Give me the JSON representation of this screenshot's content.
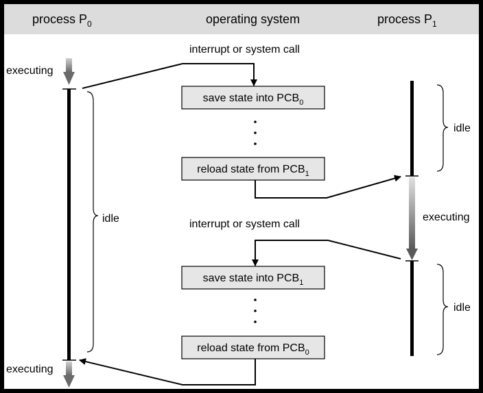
{
  "header": {
    "p0_label": "process P",
    "p0_sub": "0",
    "os_label": "operating system",
    "p1_label": "process P",
    "p1_sub": "1"
  },
  "events": {
    "interrupt_top": "interrupt or system call",
    "interrupt_mid": "interrupt or system call"
  },
  "states": {
    "p0_executing_top": "executing",
    "p0_idle": "idle",
    "p0_executing_bottom": "executing",
    "p1_idle_top": "idle",
    "p1_executing": "executing",
    "p1_idle_bottom": "idle"
  },
  "os_boxes": {
    "save_pcb0_text": "save state into PCB",
    "save_pcb0_sub": "0",
    "reload_pcb1_text": "reload state from PCB",
    "reload_pcb1_sub": "1",
    "save_pcb1_text": "save state into PCB",
    "save_pcb1_sub": "1",
    "reload_pcb0_text": "reload state from PCB",
    "reload_pcb0_sub": "0"
  },
  "colors": {
    "box_fill": "#e6e6e6",
    "header_fill": "#dcdcdc",
    "line": "#000000"
  }
}
